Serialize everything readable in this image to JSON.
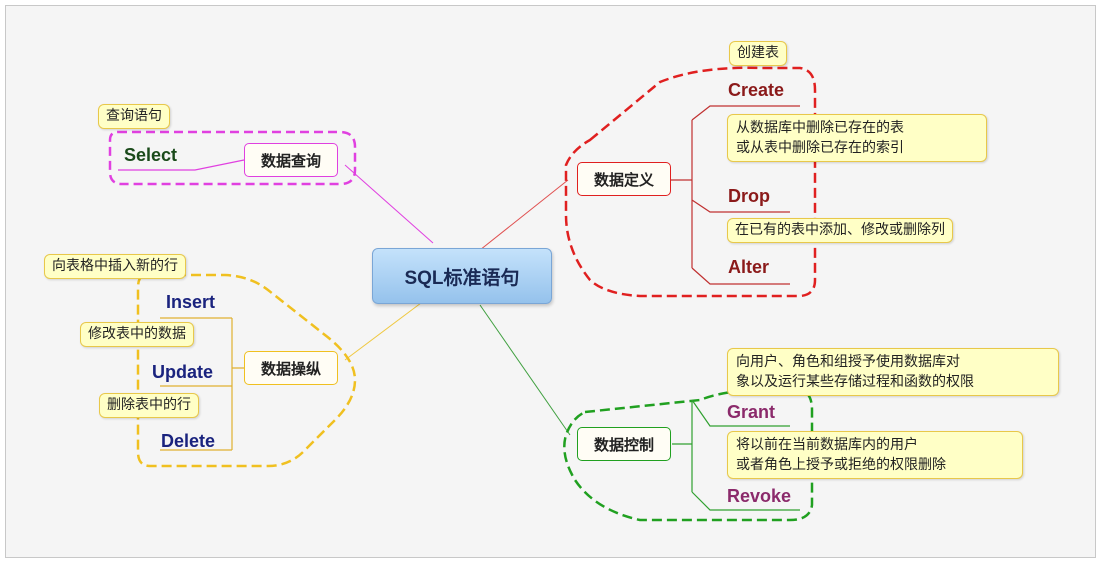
{
  "center": {
    "label": "SQL标准语句"
  },
  "branches": {
    "query": {
      "label": "数据查询",
      "items": [
        {
          "keyword": "Select",
          "note_lines": [
            "查询语句"
          ]
        }
      ]
    },
    "definition": {
      "label": "数据定义",
      "items": [
        {
          "keyword": "Create",
          "note_lines": [
            "创建表"
          ]
        },
        {
          "keyword": "Drop",
          "note_lines": [
            "从数据库中删除已存在的表",
            "或从表中删除已存在的索引"
          ]
        },
        {
          "keyword": "Alter",
          "note_lines": [
            "在已有的表中添加、修改或删除列"
          ]
        }
      ]
    },
    "manipulation": {
      "label": "数据操纵",
      "items": [
        {
          "keyword": "Insert",
          "note_lines": [
            "向表格中插入新的行"
          ]
        },
        {
          "keyword": "Update",
          "note_lines": [
            "修改表中的数据"
          ]
        },
        {
          "keyword": "Delete",
          "note_lines": [
            "删除表中的行"
          ]
        }
      ]
    },
    "control": {
      "label": "数据控制",
      "items": [
        {
          "keyword": "Grant",
          "note_lines": [
            "向用户、角色和组授予使用数据库对",
            "象以及运行某些存储过程和函数的权限"
          ]
        },
        {
          "keyword": "Revoke",
          "note_lines": [
            "将以前在当前数据库内的用户",
            "或者角色上授予或拒绝的权限删除"
          ]
        }
      ]
    }
  },
  "colors": {
    "query": "#e040e0",
    "definition": "#e02020",
    "manipulation": "#f0c020",
    "control": "#20a020",
    "center_fill": "#a8d0f0",
    "note_fill": "#ffffc6"
  }
}
